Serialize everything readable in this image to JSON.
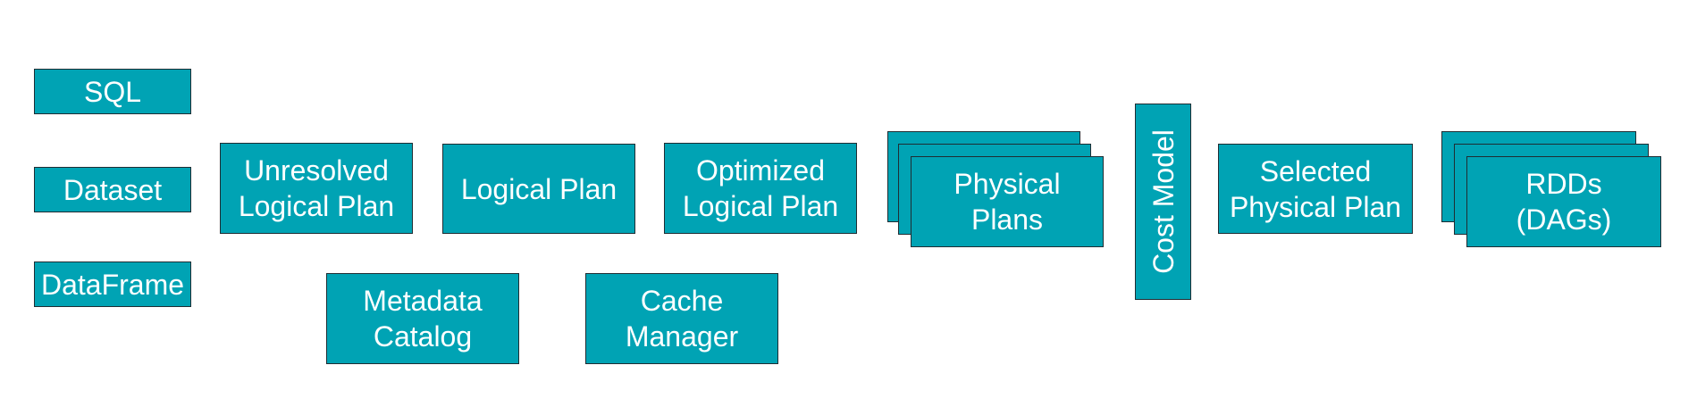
{
  "inputs": {
    "sql": "SQL",
    "dataset": "Dataset",
    "dataframe": "DataFrame"
  },
  "stages": {
    "unresolved_logical_plan": "Unresolved\nLogical Plan",
    "logical_plan": "Logical Plan",
    "optimized_logical_plan": "Optimized\nLogical Plan",
    "physical_plans": "Physical\nPlans",
    "cost_model": "Cost Model",
    "selected_physical_plan": "Selected\nPhysical Plan",
    "rdds": "RDDs\n(DAGs)"
  },
  "support": {
    "metadata_catalog": "Metadata\nCatalog",
    "cache_manager": "Cache\nManager"
  },
  "colors": {
    "box_fill": "#00a3b4",
    "box_border": "#1f2d33",
    "text": "#ffffff"
  }
}
